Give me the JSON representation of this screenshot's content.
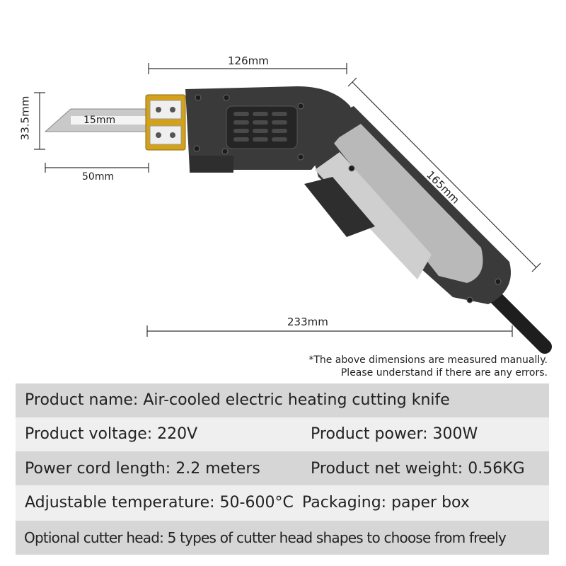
{
  "dimensions": {
    "width_top": "126mm",
    "height_blade": "33.5mm",
    "blade_inner": "15mm",
    "blade_length": "50mm",
    "handle_diagonal": "165mm",
    "total_length": "233mm"
  },
  "note": {
    "line1": "*The above dimensions are measured manually.",
    "line2": "Please understand if there are any errors."
  },
  "specs": {
    "row1": "Product name: Air-cooled electric heating cutting knife",
    "row2_left": "Product voltage: 220V",
    "row2_right": "Product power: 300W",
    "row3_left": "Power cord length: 2.2 meters",
    "row3_right": "Product net weight: 0.56KG",
    "row4_left": "Adjustable temperature: 50-600°C",
    "row4_right": "Packaging: paper box",
    "row5": "Optional cutter head: 5 types of cutter head shapes to choose from freely"
  },
  "colors": {
    "band_dark": "#d6d6d6",
    "band_light": "#efefef",
    "body": "#3a3a3a",
    "grip": "#b9b9b9",
    "clamp": "#d4a21a"
  }
}
